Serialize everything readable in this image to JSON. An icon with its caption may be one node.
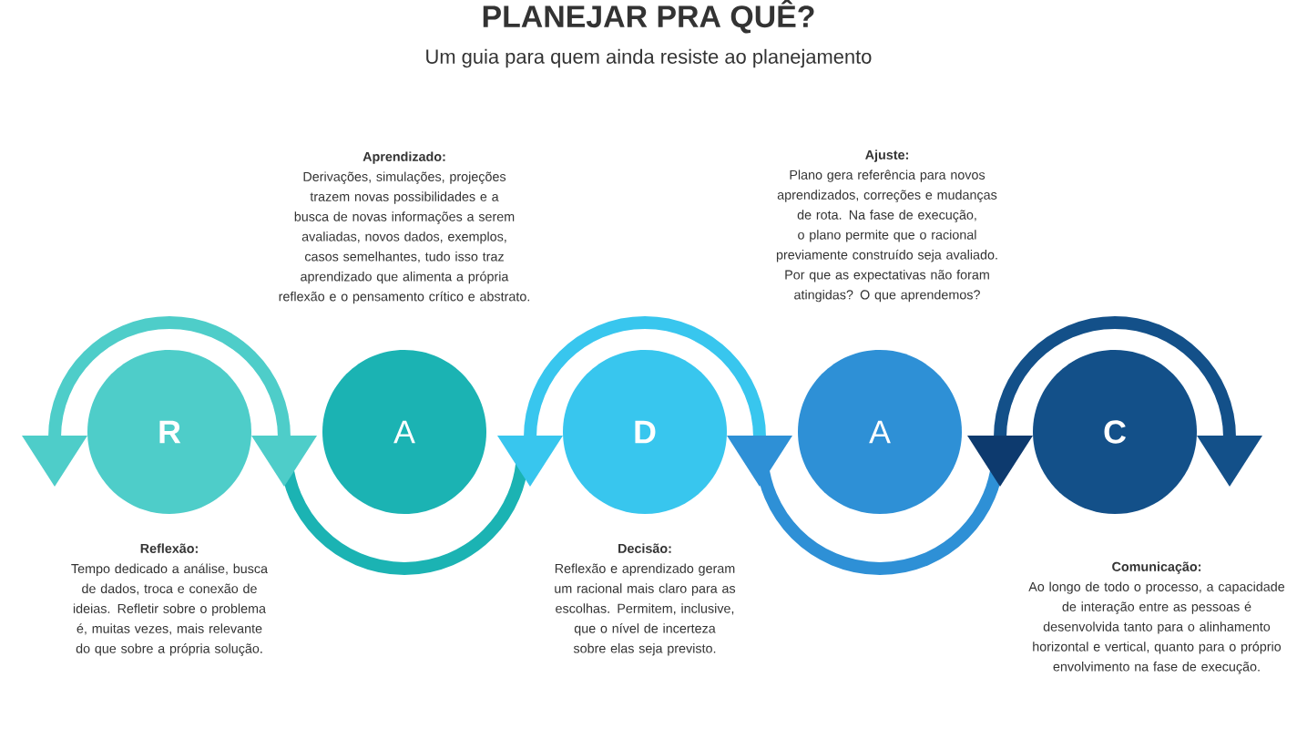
{
  "diagram": {
    "title": "PLANEJAR PRA QUÊ?",
    "caption": "Um guia para quem ainda resiste ao planejamento",
    "nodes": [
      {
        "text": [
          "R"
        ],
        "beside": [
          "Reflexão:",
          "Tempo dedicado a análise, busca de dados, troca e conexão de ideias. Refletir sobre o problema é, muitas vezes, mais relevante do que sobre a própria solução."
        ]
      },
      {
        "text": [
          "A"
        ],
        "beside": [
          "Aprendizado:",
          "Derivações, simulações, projeções trazem novas possibilidades e a busca de novas informações a serem avaliadas, novos dados, exemplos, casos semelhantes, tudo isso traz aprendizado que alimenta a própria reflexão e o pensamento crítico e abstrato."
        ]
      },
      {
        "text": [
          "D"
        ],
        "beside": [
          "Decisão:",
          "Reflexão e aprendizado geram um racional mais claro para as escolhas. Permitem, inclusive, que o nível de incerteza sobre elas seja previsto."
        ]
      },
      {
        "text": [
          "A"
        ],
        "beside": [
          "Ajuste:",
          "Plano gera referência para novos aprendizados, correções e mudanças de rota. Na fase de execução, o plano permite que o racional previamente construído seja avaliado. Por que as expectativas não foram atingidas? O que aprendemos?"
        ]
      },
      {
        "text": [
          "C"
        ],
        "beside": [
          "Comunicação:",
          "Ao longo de todo o processo, a capacidade de interação entre as pessoas é desenvolvida tanto para o alinhamento horizontal e vertical, quanto para o próprio envolvimento na fase de execução."
        ]
      }
    ]
  }
}
